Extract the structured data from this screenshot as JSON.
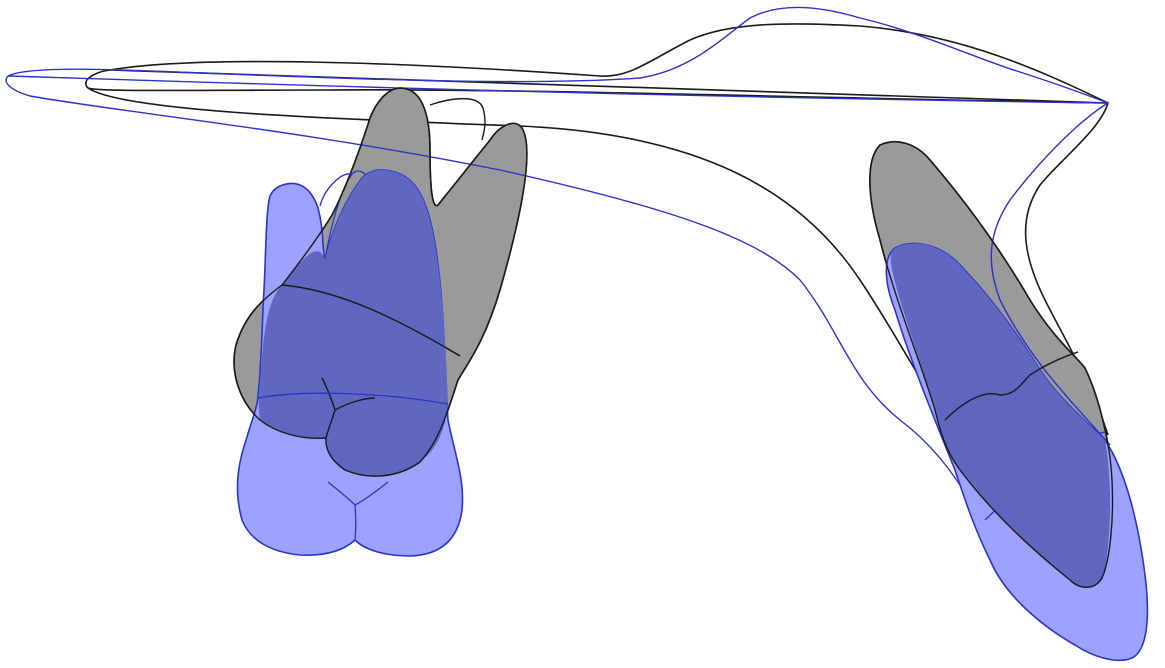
{
  "diagram": {
    "colors": {
      "background": "#ffffff",
      "before_outline": "#1a1a1a",
      "before_fill": "#9a9a9a",
      "after_outline": "#2a35c8",
      "after_fill": "#9ea2ff",
      "overlap_fill": "#5f67c0"
    },
    "layers": [
      "before-superimposition",
      "after-superimposition"
    ],
    "shapes": [
      "palatal-outline",
      "molar-tooth",
      "incisor-tooth"
    ]
  }
}
